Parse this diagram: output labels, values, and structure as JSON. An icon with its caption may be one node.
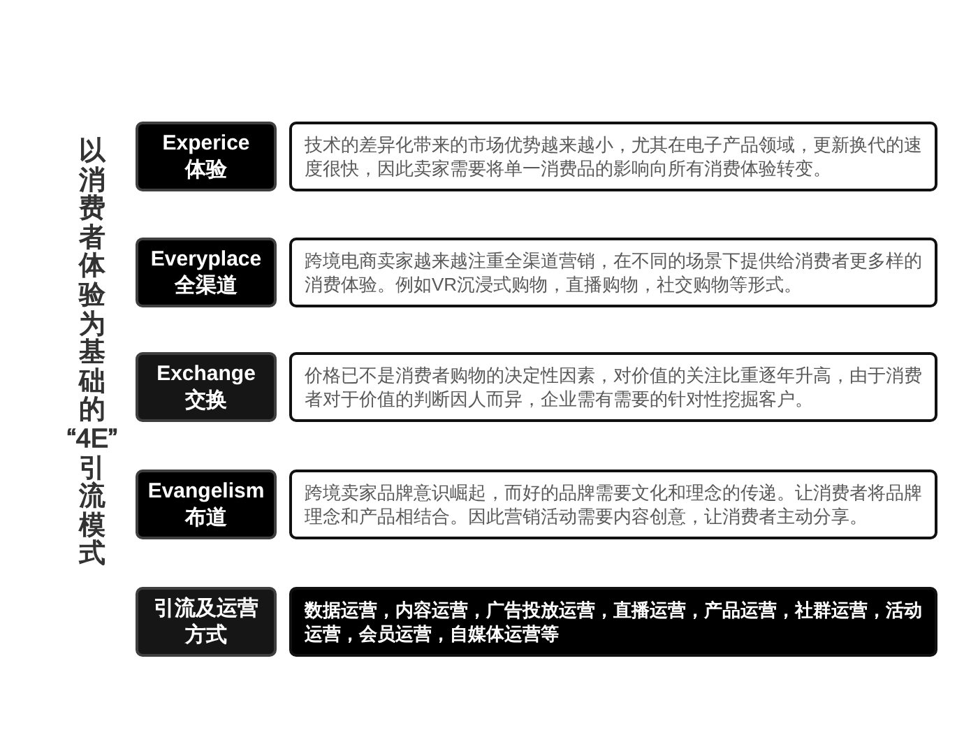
{
  "diagram": {
    "title": "以消费者体验为基础的“4E”引流模式",
    "nodes": [
      {
        "text": [
          "Experice",
          "体验"
        ]
      },
      {
        "text": [
          "技术的差异化带来的市场优势越来越小，尤其在电子产品领域，更新换代的速度很快，因此卖家需要将单一消费品的影响向所有消费体验转变。"
        ]
      },
      {
        "text": [
          "Everyplace",
          "全渠道"
        ]
      },
      {
        "text": [
          "跨境电商卖家越来越注重全渠道营销，在不同的场景下提供给消费者更多样的消费体验。例如VR沉浸式购物，直播购物，社交购物等形式。"
        ]
      },
      {
        "text": [
          "Exchange",
          "交换"
        ]
      },
      {
        "text": [
          "价格已不是消费者购物的决定性因素，对价值的关注比重逐年升高，由于消费者对于价值的判断因人而异，企业需有需要的针对性挖掘客户。"
        ]
      },
      {
        "text": [
          "Evangelism",
          "布道"
        ]
      },
      {
        "text": [
          "跨境卖家品牌意识崛起，而好的品牌需要文化和理念的传递。让消费者将品牌理念和产品相结合。因此营销活动需要内容创意，让消费者主动分享。"
        ]
      },
      {
        "text": [
          "引流及运营方式"
        ]
      },
      {
        "text": [
          "数据运营，内容运营，广告投放运营，直播运营，产品运营，社群运营，活动运营，会员运营，自媒体运营等"
        ]
      }
    ]
  }
}
